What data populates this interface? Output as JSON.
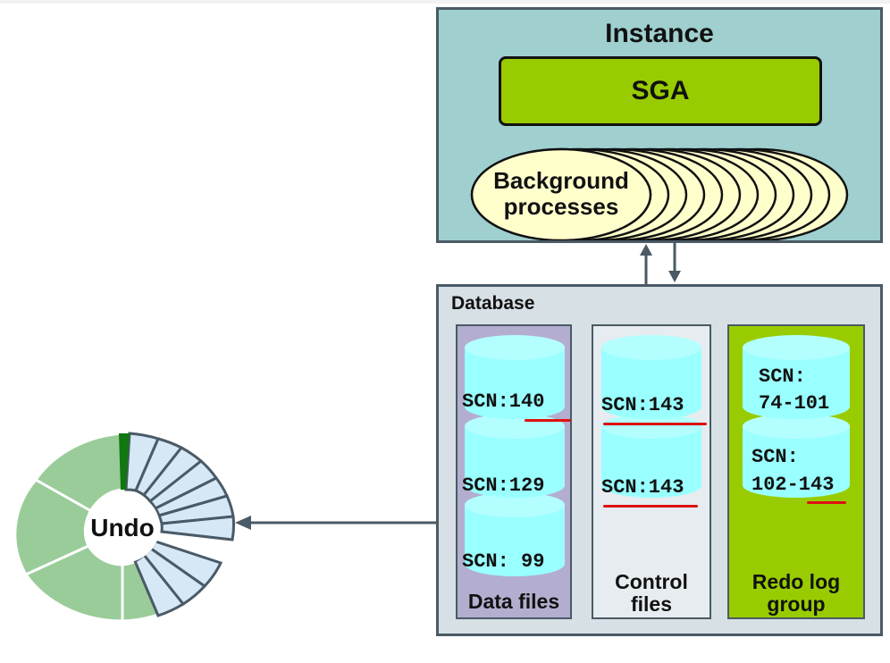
{
  "instance": {
    "title": "Instance",
    "sga_label": "SGA",
    "bg_line1": "Background",
    "bg_line2": "processes"
  },
  "database": {
    "title": "Database",
    "data_files": {
      "label": "Data files",
      "scn": [
        "SCN:140",
        "SCN:129",
        "SCN: 99"
      ]
    },
    "control_files": {
      "label_line1": "Control",
      "label_line2": "files",
      "scn": [
        "SCN:143",
        "SCN:143"
      ]
    },
    "redo_log_group": {
      "label_line1": "Redo log",
      "label_line2": "group",
      "scn": [
        {
          "line1": "SCN:",
          "line2": "74-101"
        },
        {
          "line1": "SCN:",
          "line2": "102-143"
        }
      ]
    }
  },
  "undo": {
    "label": "Undo"
  },
  "colors": {
    "instance_bg": "#9fcfcf",
    "sga": "#99cc00",
    "process_fill": "#ffffcc",
    "database_bg": "#d7e0e4",
    "data_files_bg": "#b3aecf",
    "control_files_bg": "#e6ecef",
    "redo_bg": "#99cc00",
    "cylinder": "#99ffff",
    "highlight_line": "#dd1111",
    "undo_green": "#99cc99",
    "undo_blue": "#d6e8f6",
    "undo_marker": "#117711"
  }
}
